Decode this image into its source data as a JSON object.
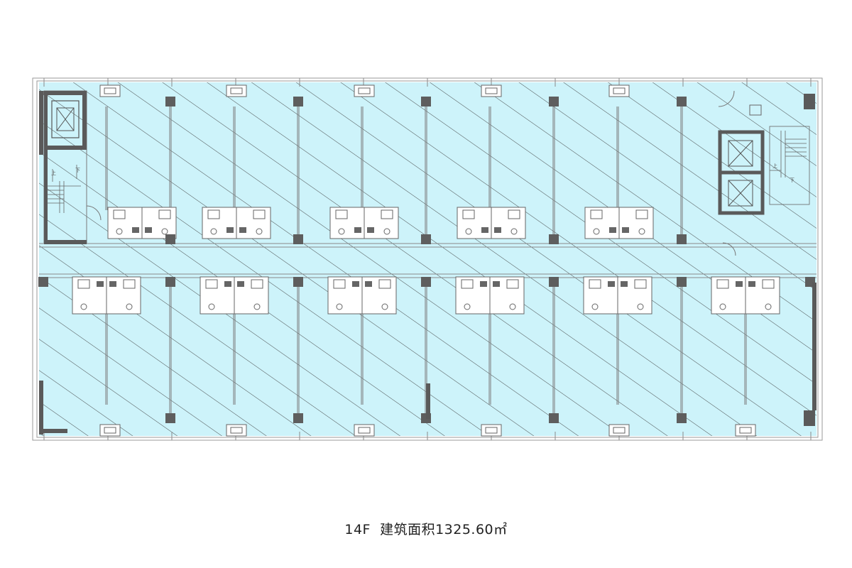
{
  "caption": {
    "floor": "14F",
    "area_text": "建筑面积1325.60㎡"
  },
  "stair_labels": {
    "west_up": "上",
    "west_down": "下",
    "east_up": "上",
    "east_down": "下"
  },
  "colors": {
    "fill": "#cdf3fa",
    "hatch": "#4a4a4a",
    "wall": "#5a5a5a",
    "column": "#5e5e5e",
    "line": "#8a8a8a"
  }
}
